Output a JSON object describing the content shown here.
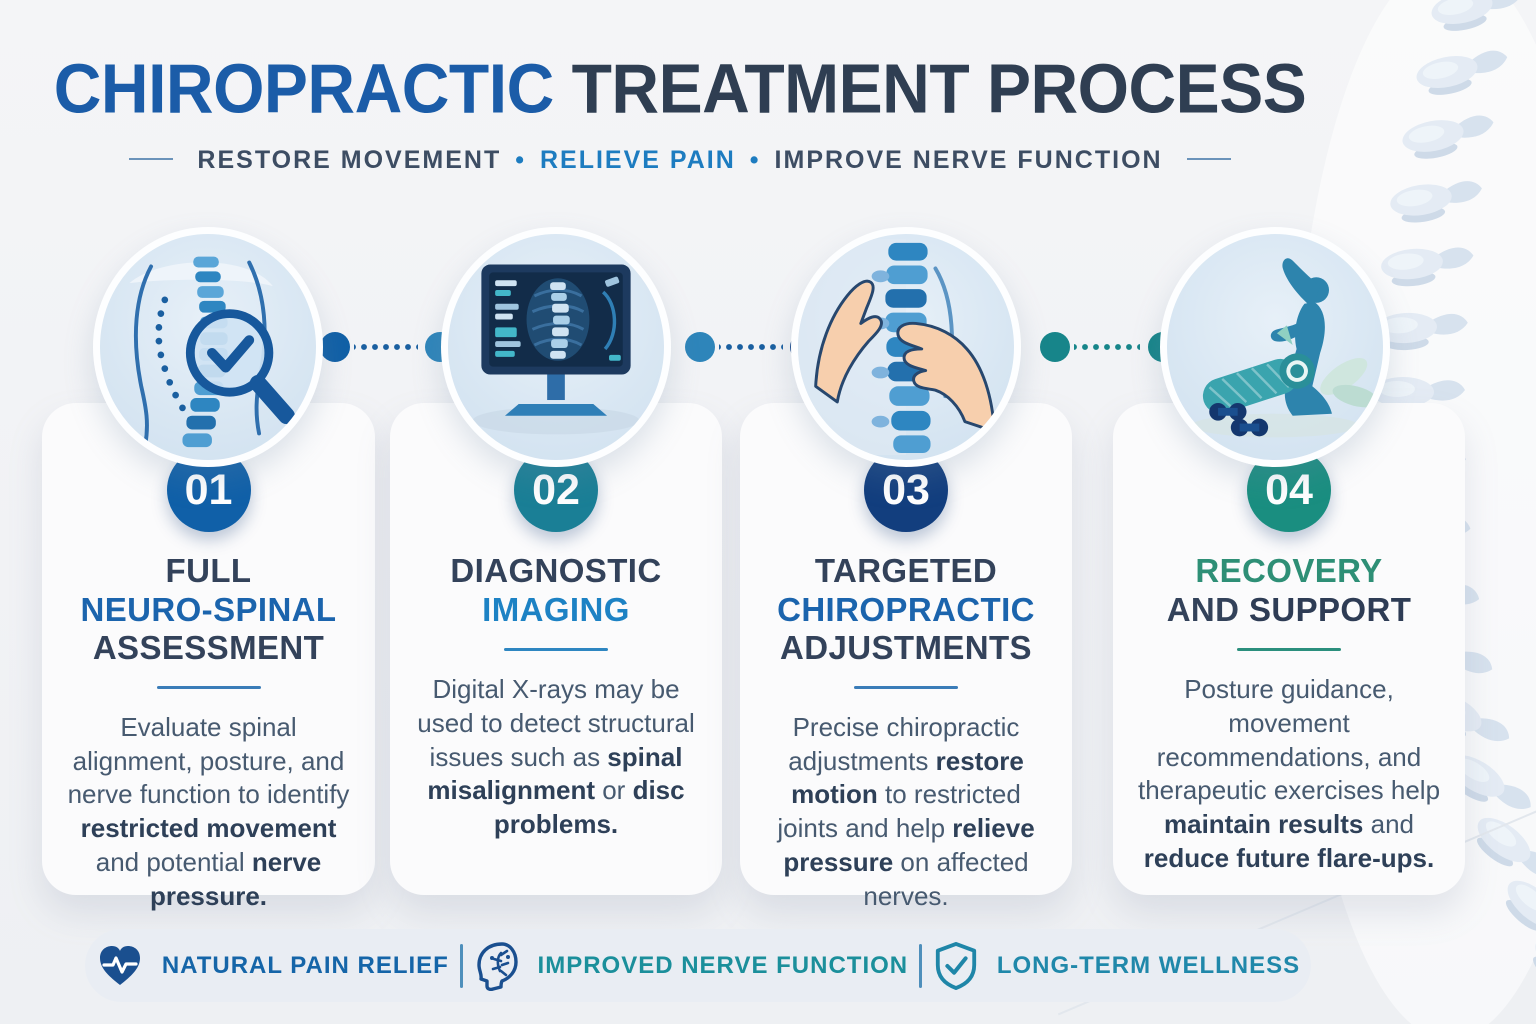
{
  "page": {
    "title_accent": "CHIROPRACTIC",
    "title_rest": " TREATMENT PROCESS",
    "subtitle_segments": [
      {
        "text": "RESTORE MOVEMENT",
        "style": "sub-dark"
      },
      {
        "text": "•",
        "style": "sub-dot"
      },
      {
        "text": "RELIEVE PAIN",
        "style": "sub-accent"
      },
      {
        "text": "•",
        "style": "sub-dot"
      },
      {
        "text": "IMPROVE NERVE FUNCTION",
        "style": "sub-dark"
      }
    ]
  },
  "colors": {
    "title_accent_blue": "#1b5ca8",
    "title_dark": "#2f3e52",
    "subtitle_accent": "#1d7cc0",
    "badge_step1": "#1060a8",
    "badge_step2": "#1a7f96",
    "badge_step3": "#123e7e",
    "badge_step4": "#1a8e80",
    "heading_blue": "#1b64ad",
    "heading_bright_blue": "#1d82c4",
    "heading_teal_green": "#2e8f76",
    "body_text": "#475a70",
    "footer_blue": "#1565a8",
    "footer_teal": "#1b8f9b",
    "footer_teal_blue": "#2088aa"
  },
  "steps": [
    {
      "number": "01",
      "icon": "spine-magnifier-icon",
      "heading": [
        [
          {
            "text": "FULL",
            "style": "dark"
          }
        ],
        [
          {
            "text": "NEURO-SPINAL",
            "style": "blue"
          }
        ],
        [
          {
            "text": "ASSESSMENT",
            "style": "dark"
          }
        ]
      ],
      "body": [
        {
          "text": "Evaluate spinal alignment, posture, and nerve function to identify "
        },
        {
          "text": "restricted movement",
          "bold": true
        },
        {
          "text": " and potential "
        },
        {
          "text": "nerve pressure.",
          "bold": true
        }
      ]
    },
    {
      "number": "02",
      "icon": "monitor-xray-icon",
      "heading": [
        [
          {
            "text": "DIAGNOSTIC",
            "style": "dark"
          }
        ],
        [
          {
            "text": "IMAGING",
            "style": "blue2"
          }
        ]
      ],
      "body": [
        {
          "text": "Digital X-rays may be used to detect structural issues such as "
        },
        {
          "text": "spinal misalignment",
          "bold": true
        },
        {
          "text": " or "
        },
        {
          "text": "disc problems.",
          "bold": true
        }
      ]
    },
    {
      "number": "03",
      "icon": "hands-adjustment-icon",
      "heading": [
        [
          {
            "text": "TARGETED",
            "style": "dark"
          }
        ],
        [
          {
            "text": "CHIROPRACTIC",
            "style": "blue"
          }
        ],
        [
          {
            "text": "ADJUSTMENTS",
            "style": "dark"
          }
        ]
      ],
      "body": [
        {
          "text": "Precise chiropractic adjustments "
        },
        {
          "text": "restore motion",
          "bold": true
        },
        {
          "text": " to restricted joints and help "
        },
        {
          "text": "relieve pressure",
          "bold": true
        },
        {
          "text": " on affected nerves."
        }
      ]
    },
    {
      "number": "04",
      "icon": "exercise-recovery-icon",
      "heading": [
        [
          {
            "text": "RECOVERY",
            "style": "teal"
          }
        ],
        [
          {
            "text": "AND ",
            "style": "dark"
          },
          {
            "text": "SUPPORT",
            "style": "darkbold"
          }
        ]
      ],
      "body": [
        {
          "text": "Posture guidance, movement recommendations, and therapeutic exercises help "
        },
        {
          "text": "maintain results",
          "bold": true
        },
        {
          "text": " and "
        },
        {
          "text": "reduce future flare-ups.",
          "bold": true
        }
      ]
    }
  ],
  "footer": {
    "items": [
      {
        "icon": "heart-pulse-icon",
        "label": "NATURAL PAIN RELIEF",
        "color": "#1565a8"
      },
      {
        "icon": "head-nerves-icon",
        "label": "IMPROVED NERVE FUNCTION",
        "color": "#1b8f9b"
      },
      {
        "icon": "shield-check-icon",
        "label": "LONG-TERM WELLNESS",
        "color": "#2088aa"
      }
    ]
  }
}
